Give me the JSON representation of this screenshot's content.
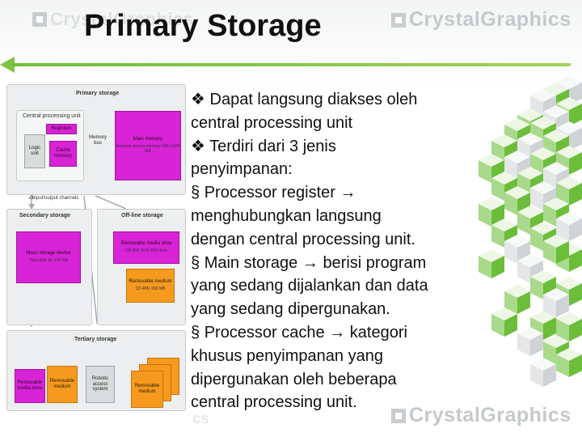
{
  "slide": {
    "title": "Primary Storage",
    "watermark_brand": "CrystalGraphics",
    "watermark_left_top": "CrystalGraphics",
    "watermark_left_bottom": "cs"
  },
  "bullets": {
    "b1_l1": "Dapat langsung diakses oleh",
    "b1_l2": "central processing unit",
    "b2_l1": "Terdiri dari 3 jenis",
    "b2_l2": "penyimpanan:",
    "b3_l1": "Processor register",
    "b3_l2": "menghubungkan langsung",
    "b3_l3": "dengan central processing unit.",
    "b4_l1a": "Main storage",
    "b4_l1b": "berisi program",
    "b4_l2": "yang sedang dijalankan dan data",
    "b4_l3": "yang sedang dipergunakan.",
    "b5_l1a": "Processor cache",
    "b5_l1b": "kategori",
    "b5_l2": "khusus penyimpanan yang",
    "b5_l3": "dipergunakan oleh beberapa",
    "b5_l4": "central processing unit."
  },
  "glyphs": {
    "diamond_bullet": "❖",
    "square_bullet": "§",
    "arrow": "→"
  },
  "diagram": {
    "primary_storage": "Primary storage",
    "cpu": "Central processing unit",
    "registers": "Registers",
    "logic_unit": "Logic unit",
    "cache_memory": "Cache memory",
    "memory_bus": "Memory bus",
    "main_memory": "Main memory",
    "main_memory_sub": "Random access memory 256–1024 MB",
    "io_channels": "Input/output channels",
    "secondary_storage": "Secondary storage",
    "offline_storage": "Off-line storage",
    "mass_storage": "Mass storage device",
    "mass_storage_sub": "Hard disk 10–100 GB",
    "removable_drive": "Removable media drive",
    "removable_drive_sub": "CD-RW, DVD-RW drive",
    "removable_medium_offline": "Removable medium",
    "removable_medium_offline_sub": "CD-RW, 650 MB",
    "tertiary_storage": "Tertiary storage",
    "removable_media_drive_tertiary": "Removable media drive",
    "removable_medium_tertiary": "Removable medium",
    "robotic_access": "Robotic access system",
    "removable_medium_stack": "Removable medium"
  },
  "colors": {
    "accent_green": "#7dc442",
    "magenta": "#d823d6",
    "orange": "#f59a1e",
    "panel_grey": "#eceeef",
    "cube_green": "#6cbe3a",
    "cube_grey": "#d9dcde"
  }
}
